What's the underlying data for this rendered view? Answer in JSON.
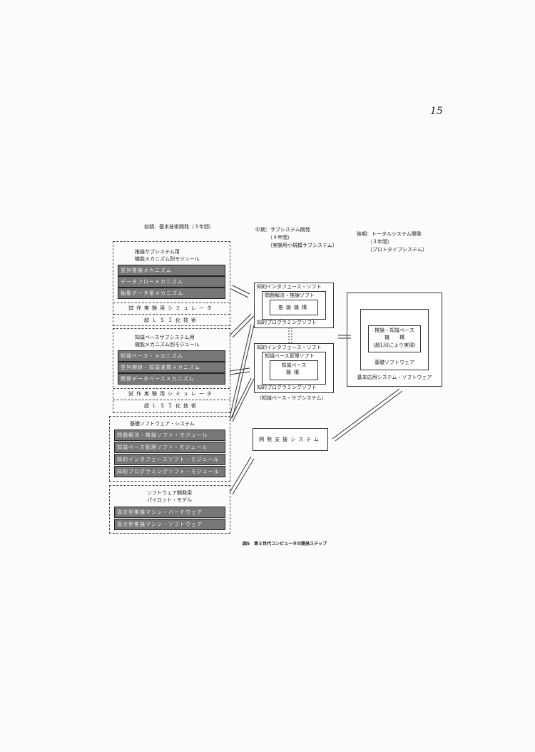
{
  "page_number": "15",
  "phases": {
    "early": {
      "title": "前期：基本技術開発（３年間）"
    },
    "middle": {
      "title": "中期：サブシステム開発",
      "years": "（４年間）",
      "note": "〔実験用小規模サブシステム〕"
    },
    "late": {
      "title": "後期：トータルシステム開発",
      "years": "（３年間）",
      "note": "〔プロトタイプシステム〕"
    }
  },
  "left": {
    "box1": {
      "title1": "推論サブシステム用",
      "title2": "機能メカニズム別モジュール",
      "bars": [
        "並列推論メカニズム",
        "データフローメカニズム",
        "抽象データ型メカニズム"
      ],
      "sim": "試作実験用シミュレータ",
      "lsi": "超ＬＳＩ化技術"
    },
    "box2": {
      "title1": "知識ベースサブシステム用",
      "title2": "機能メカニズム別モジュール",
      "bars": [
        "知識ベース・メカニズム",
        "並列関係・知識演算メカニズム",
        "関係データベースメカニズム"
      ],
      "sim": "試作実験用シミュレータ",
      "lsi": "超ＬＳＩ化技術"
    },
    "box3": {
      "title": "基礎ソフトウェア・システム",
      "bars": [
        "問題解決・推論ソフト・モジュール",
        "知識ベース管理ソフト・モジュール",
        "知的インタフェースソフト・モジュール",
        "知的プログラミングソフト・モジュール"
      ]
    },
    "box4": {
      "title1": "ソフトウェア開発用",
      "title2": "パイロット・モデル",
      "bars": [
        "逐次型推論マシン・ハードウェア",
        "逐次型推論マシン・ソフトウェア"
      ]
    }
  },
  "middle": {
    "sub1": {
      "outer_top": "知的インタフェース・ソフト",
      "inner": "問題解決・推論ソフト",
      "core": "推論機構",
      "outer_bottom": "知的プログラミングソフト"
    },
    "sub2": {
      "outer_top": "知的インタフェース・ソフト",
      "inner": "知識ベース管理ソフト",
      "core1": "知識ベース",
      "core2": "機構",
      "outer_bottom": "知的プログラミングソフト",
      "caption": "（知識ベース・サブシステム）"
    },
    "support": "開発支援システム"
  },
  "right": {
    "core1": "推論・知識ベース",
    "core2": "機　　構",
    "core3": "(超LSIにより実現)",
    "middle": "基礎ソフトウェア",
    "outer": "基本応用システム・ソフトウェア"
  },
  "caption": "図5　第５世代コンピュータの開発ステップ"
}
